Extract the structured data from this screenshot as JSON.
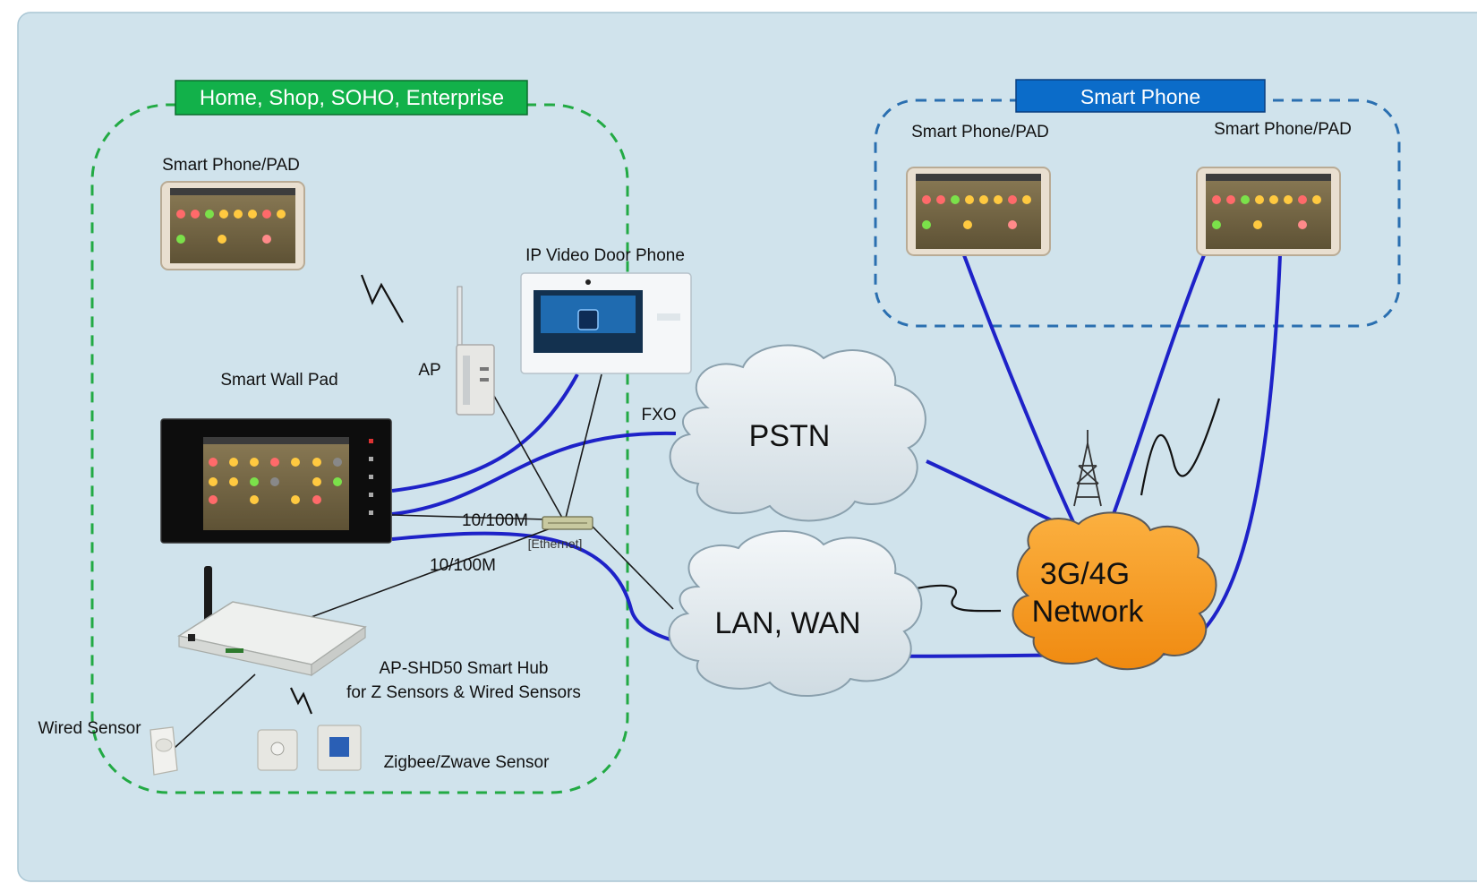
{
  "colors": {
    "panel": "#d0e3ec",
    "home_group_border": "#22aa44",
    "home_group_title_bg": "#12b14a",
    "phone_group_border": "#2a6fb0",
    "phone_group_title_bg": "#0b6cc9",
    "link_blue": "#1e22c8",
    "link_black": "#1a1a1a",
    "cloud_white": "#f2f5f7",
    "cloud_orange": "#f7931e"
  },
  "groups": {
    "home": {
      "title": "Home, Shop, SOHO, Enterprise"
    },
    "phone": {
      "title": "Smart Phone"
    }
  },
  "devices": {
    "home_pad": {
      "label": "Smart  Phone/PAD",
      "icon": "tablet-icon"
    },
    "remote_pad_1": {
      "label": "Smart  Phone/PAD",
      "icon": "tablet-icon"
    },
    "remote_pad_2": {
      "label": "Smart  Phone/PAD",
      "icon": "tablet-icon"
    },
    "door_phone": {
      "label": "IP Video Door Phone",
      "icon": "door-phone-icon"
    },
    "ap": {
      "label": "AP",
      "icon": "wireless-access-point-icon"
    },
    "wall_pad": {
      "label": "Smart Wall Pad",
      "icon": "wall-pad-icon"
    },
    "switch": {
      "label": "[Ethernet]",
      "icon": "ethernet-switch-icon"
    },
    "hub": {
      "label_line1": "AP-SHD50 Smart Hub",
      "label_line2": "for  Z Sensors & Wired Sensors",
      "icon": "smart-hub-icon"
    },
    "wired_sensor": {
      "label": "Wired  Sensor",
      "icon": "motion-sensor-icon"
    },
    "zigbee_sensor": {
      "label": "Zigbee/Zwave Sensor",
      "icon": "zigbee-sensor-icon"
    },
    "tower": {
      "icon": "cell-tower-icon"
    }
  },
  "clouds": {
    "pstn": {
      "label": "PSTN"
    },
    "lan": {
      "label": "LAN, WAN"
    },
    "mobile": {
      "label_line1": "3G/4G",
      "label_line2": "Network"
    }
  },
  "links": {
    "fxo": "FXO",
    "eth1": "10/100M",
    "eth2": "10/100M"
  }
}
